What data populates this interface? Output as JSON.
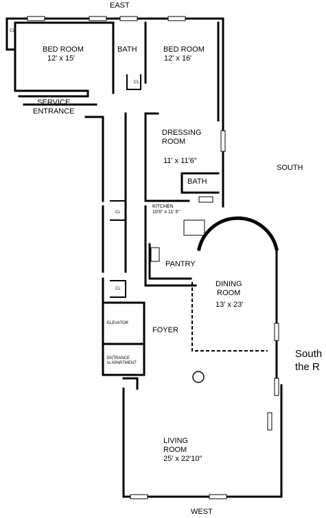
{
  "compass": {
    "east": "EAST",
    "south": "SOUTH",
    "west": "WEST"
  },
  "rooms": {
    "bed_room_1": {
      "name": "BED ROOM",
      "size": "12' x 15'"
    },
    "bath_1": {
      "name": "BATH"
    },
    "bed_room_2": {
      "name": "BED ROOM",
      "size": "12' x 16'"
    },
    "service_entrance": {
      "name": "SERVICE\nENTRANCE"
    },
    "dressing_room": {
      "name": "DRESSING\nROOM",
      "size": "11' x 11'6\""
    },
    "bath_2": {
      "name": "BATH"
    },
    "kitchen": {
      "name": "KITCHEN",
      "size": "10'6\" x 11' 6\""
    },
    "pantry": {
      "name": "PANTRY"
    },
    "dining_room": {
      "name": "DINING\nROOM",
      "size": "13' x 23'"
    },
    "elevator": {
      "name": "ELEVATOR"
    },
    "foyer": {
      "name": "FOYER"
    },
    "entrance": {
      "name": "ENTRANCE\nto APARTMENT"
    },
    "living_room": {
      "name": "LIVING\nROOM",
      "size": "25' x 22'10\""
    }
  },
  "closet_label": "CL",
  "cut_text": {
    "line1": "South",
    "line2": "the R"
  }
}
